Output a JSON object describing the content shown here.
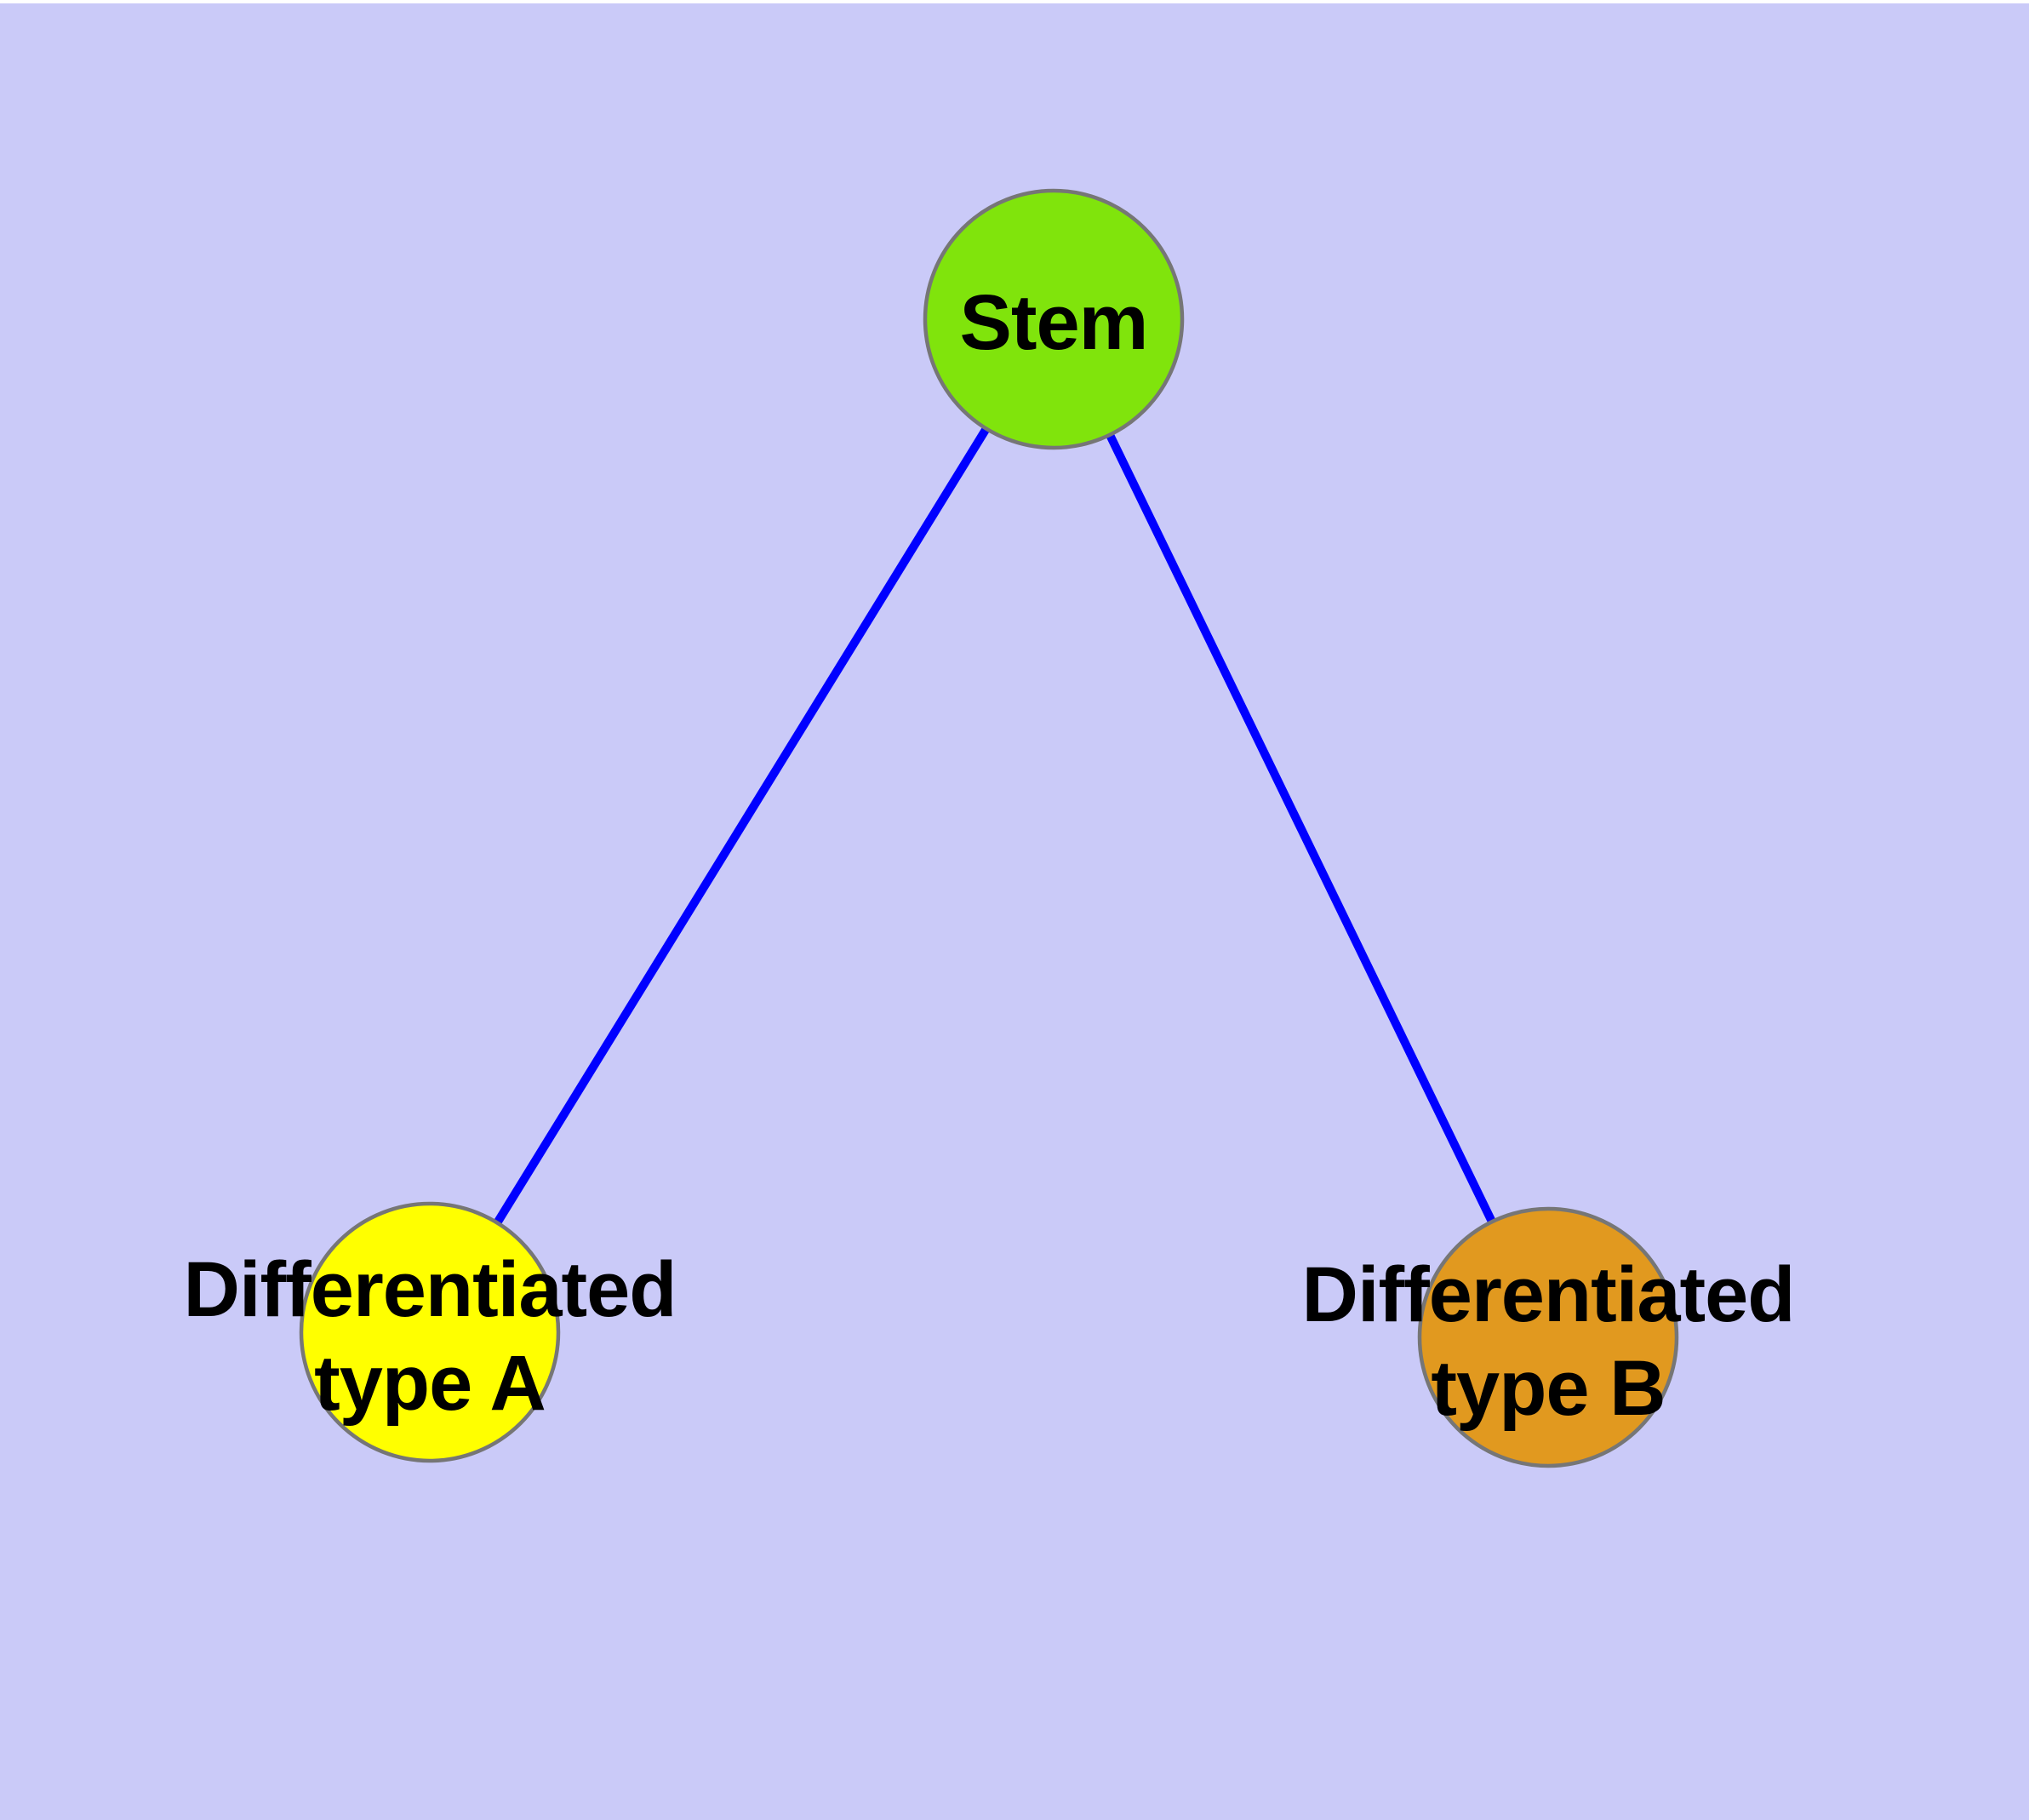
{
  "diagram": {
    "type": "graph",
    "background_color": "#cacaf8",
    "top_edge_color": "#ffffff",
    "edge_color": "#0000ff",
    "node_border_color": "#767676",
    "text_color": "#000000",
    "nodes": [
      {
        "id": "stem",
        "label": "Stem",
        "lines": [
          "Stem"
        ],
        "fill": "#80e40c"
      },
      {
        "id": "differentiated-type-a",
        "label": "Differentiated type A",
        "lines": [
          "Differentiated",
          "type A"
        ],
        "fill": "#ffff00"
      },
      {
        "id": "differentiated-type-b",
        "label": "Differentiated type B",
        "lines": [
          "Differentiated",
          "type B"
        ],
        "fill": "#e1991f"
      }
    ],
    "edges": [
      {
        "from": "Stem",
        "to": "Differentiated type A"
      },
      {
        "from": "Stem",
        "to": "Differentiated type B"
      }
    ]
  }
}
